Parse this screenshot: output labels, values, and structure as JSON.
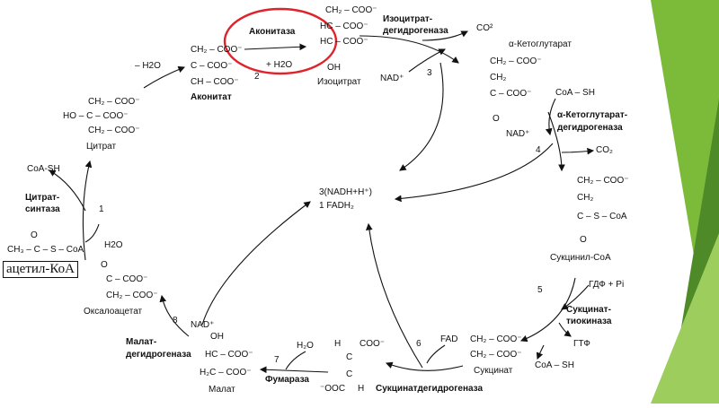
{
  "colors": {
    "accent_green": "#7cba3a",
    "dark_green": "#4e8a28",
    "highlight_red": "#e0232b",
    "ink": "#111111"
  },
  "icons": [
    "green-triangle-decoration-icon"
  ],
  "steps": {
    "s1": "1",
    "s2": "2",
    "s3": "3",
    "s4": "4",
    "s5": "5",
    "s6": "6",
    "s7": "7",
    "s8": "8"
  },
  "enzymes": {
    "citrate_synthase_1": "Цитрат-",
    "citrate_synthase_2": "синтаза",
    "aconitase": "Аконитаза",
    "isocitrate_dh_1": "Изоцитрат-",
    "isocitrate_dh_2": "дегидрогеназа",
    "akg_dh_1": "α-Кетоглутарат-",
    "akg_dh_2": "дегидрогеназа",
    "succinate_thiokinase_1": "Сукцинат-",
    "succinate_thiokinase_2": "тиокиназа",
    "succinate_dh": "Сукцинатдегидрогеназа",
    "fumarase": "Фумараза",
    "malate_dh_1": "Малат-",
    "malate_dh_2": "дегидрогеназа"
  },
  "compounds": {
    "citrate": "Цитрат",
    "aconitate": "Аконитат",
    "isocitrate": "Изоцитрат",
    "akg": "α-Кетоглутарат",
    "succinyl_coa": "Сукцинил-CoA",
    "succinate": "Сукцинат",
    "malate": "Малат",
    "oxaloacetate": "Оксалоацетат",
    "acetyl_coa_box": "ацетил-КоА"
  },
  "cofactors": {
    "coa_sh_left": "CoA-SH",
    "h2o_left": "H2O",
    "minus_h2o": "– H2O",
    "plus_h2o": "+ H2O",
    "nad_3": "NAD⁺",
    "co2_3": "CO²",
    "coa_sh_4": "CoA – SH",
    "nad_4": "NAD⁺",
    "co2_4": "CO₂",
    "gdp_pi": "ГДФ + Pi",
    "gtp": "ГТФ",
    "coa_sh_5": "CoA – SH",
    "fad": "FAD",
    "h2o_7": "H₂O",
    "nad_8": "NAD⁺",
    "center_1": "3(NADH+H⁺)",
    "center_2": "1 FADH₂"
  },
  "formulas": {
    "citrate": [
      "CH₂ – COO⁻",
      "HO – C – COO⁻",
      "CH₂ – COO⁻"
    ],
    "aconitate": [
      "CH₂ – COO⁻",
      "C – COO⁻",
      "CH – COO⁻"
    ],
    "isocitrate": [
      "CH₂ – COO⁻",
      "HC – COO⁻",
      "HC – COO⁻",
      "OH"
    ],
    "akg": [
      "CH₂ – COO⁻",
      "CH₂",
      "C – COO⁻",
      "O"
    ],
    "succinyl_coa": [
      "CH₂ – COO⁻",
      "CH₂",
      "C – S – CoA",
      "O"
    ],
    "succinate": [
      "CH₂ – COO⁻",
      "CH₂ – COO⁻"
    ],
    "fumarate": [
      "H",
      "C",
      "COO⁻",
      "C",
      "⁻OOC",
      "H"
    ],
    "malate": [
      "OH",
      "HC – COO⁻",
      "H₂C – COO⁻"
    ],
    "oxaloacetate": [
      "O",
      "C – COO⁻",
      "CH₂ – COO⁻"
    ],
    "acetyl_coa": [
      "O",
      "CH₃ – C – S – CoA"
    ]
  }
}
